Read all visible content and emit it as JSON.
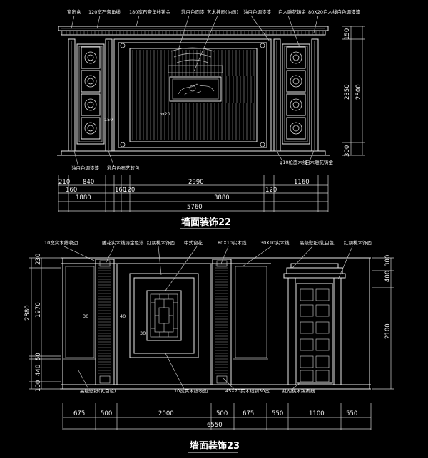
{
  "drawing1": {
    "title": "墙面装饰22",
    "top_notes": [
      "窗帘盒",
      "120宽石膏角线",
      "180宽石膏角线铸金",
      "乳白色面漆",
      "艺术挂画(油画)",
      "油白色调漆漆",
      "白木雕花铸金",
      "80X20白木线白色调漆漆"
    ],
    "bottom_notes": [
      "油白色调漆漆",
      "乳白色布艺软包",
      "φ10枪面木线",
      "白木雕花铸金"
    ],
    "center_label": "150",
    "dims_bottom": [
      "210",
      "840",
      "160",
      "120",
      "2990",
      "120",
      "1160",
      "160",
      "1880",
      "3880",
      "5760"
    ],
    "dims_right": [
      "150",
      "2350",
      "2800",
      "300"
    ]
  },
  "drawing2": {
    "title": "墙面装饰23",
    "top_notes": [
      "10宽实木线收边",
      "雕花实木线铸金色漆",
      "红胡桃木饰面",
      "中式窗花",
      "80X10实木线",
      "30X10实木线",
      "高级壁纸(乳白色)",
      "红胡桃木饰面"
    ],
    "bottom_notes": [
      "高级壁纸(乳白色)",
      "10宽实木线收边",
      "45X70实木线到30宽",
      "红胡桃木踢脚线"
    ],
    "inner_labels": [
      "30",
      "40",
      "30"
    ],
    "dims_bottom": [
      "675",
      "500",
      "2000",
      "500",
      "675",
      "550",
      "1100",
      "550",
      "6550"
    ],
    "dims_left": [
      "230",
      "1970",
      "2880",
      "50",
      "440",
      "100"
    ],
    "dims_right": [
      "300",
      "400",
      "2100"
    ]
  }
}
